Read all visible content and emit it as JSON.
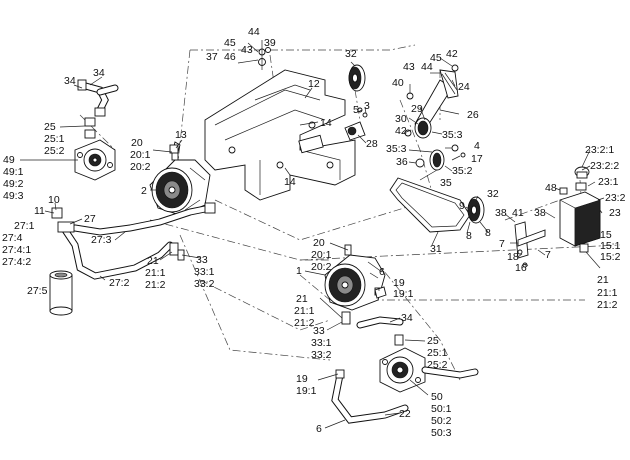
{
  "callouts": [
    {
      "id": "c-34a",
      "text": "34"
    },
    {
      "id": "c-34b",
      "text": "34"
    },
    {
      "id": "c-25a",
      "text": "25"
    },
    {
      "id": "c-25-1a",
      "text": "25:1"
    },
    {
      "id": "c-25-2a",
      "text": "25:2"
    },
    {
      "id": "c-49",
      "text": "49"
    },
    {
      "id": "c-49-1",
      "text": "49:1"
    },
    {
      "id": "c-49-2",
      "text": "49:2"
    },
    {
      "id": "c-49-3",
      "text": "49:3"
    },
    {
      "id": "c-20a",
      "text": "20"
    },
    {
      "id": "c-20-1a",
      "text": "20:1"
    },
    {
      "id": "c-20-2a",
      "text": "20:2"
    },
    {
      "id": "c-13",
      "text": "13"
    },
    {
      "id": "c-2",
      "text": "2"
    },
    {
      "id": "c-10",
      "text": "10"
    },
    {
      "id": "c-11",
      "text": "11"
    },
    {
      "id": "c-27-1",
      "text": "27:1"
    },
    {
      "id": "c-27",
      "text": "27"
    },
    {
      "id": "c-27-4",
      "text": "27:4"
    },
    {
      "id": "c-27-4-1",
      "text": "27:4:1"
    },
    {
      "id": "c-27-4-2",
      "text": "27:4:2"
    },
    {
      "id": "c-27-3",
      "text": "27:3"
    },
    {
      "id": "c-27-2",
      "text": "27:2"
    },
    {
      "id": "c-27-5",
      "text": "27:5"
    },
    {
      "id": "c-21a",
      "text": "21"
    },
    {
      "id": "c-21-1a",
      "text": "21:1"
    },
    {
      "id": "c-21-2a",
      "text": "21:2"
    },
    {
      "id": "c-33a",
      "text": "33"
    },
    {
      "id": "c-33-1a",
      "text": "33:1"
    },
    {
      "id": "c-33-2a",
      "text": "33:2"
    },
    {
      "id": "c-45a",
      "text": "45"
    },
    {
      "id": "c-44a",
      "text": "44"
    },
    {
      "id": "c-43a",
      "text": "43"
    },
    {
      "id": "c-39",
      "text": "39"
    },
    {
      "id": "c-37",
      "text": "37"
    },
    {
      "id": "c-46",
      "text": "46"
    },
    {
      "id": "c-12",
      "text": "12"
    },
    {
      "id": "c-14a",
      "text": "14"
    },
    {
      "id": "c-14b",
      "text": "14"
    },
    {
      "id": "c-32a",
      "text": "32"
    },
    {
      "id": "c-5",
      "text": "5"
    },
    {
      "id": "c-3",
      "text": "3"
    },
    {
      "id": "c-28",
      "text": "28"
    },
    {
      "id": "c-43b",
      "text": "43"
    },
    {
      "id": "c-44b",
      "text": "44"
    },
    {
      "id": "c-45b",
      "text": "45"
    },
    {
      "id": "c-42a",
      "text": "42"
    },
    {
      "id": "c-40",
      "text": "40"
    },
    {
      "id": "c-24",
      "text": "24"
    },
    {
      "id": "c-29",
      "text": "29"
    },
    {
      "id": "c-26",
      "text": "26"
    },
    {
      "id": "c-30",
      "text": "30"
    },
    {
      "id": "c-42b",
      "text": "42"
    },
    {
      "id": "c-35-3a",
      "text": "35:3"
    },
    {
      "id": "c-4",
      "text": "4"
    },
    {
      "id": "c-35-3b",
      "text": "35:3"
    },
    {
      "id": "c-17",
      "text": "17"
    },
    {
      "id": "c-36",
      "text": "36"
    },
    {
      "id": "c-35-2",
      "text": "35:2"
    },
    {
      "id": "c-35",
      "text": "35"
    },
    {
      "id": "c-32b",
      "text": "32"
    },
    {
      "id": "c-9",
      "text": "9"
    },
    {
      "id": "c-8a",
      "text": "8"
    },
    {
      "id": "c-8b",
      "text": "8"
    },
    {
      "id": "c-31",
      "text": "31"
    },
    {
      "id": "c-38a",
      "text": "38"
    },
    {
      "id": "c-41",
      "text": "41"
    },
    {
      "id": "c-7a",
      "text": "7"
    },
    {
      "id": "c-18",
      "text": "18"
    },
    {
      "id": "c-16",
      "text": "16"
    },
    {
      "id": "c-7b",
      "text": "7"
    },
    {
      "id": "c-38b",
      "text": "38"
    },
    {
      "id": "c-48",
      "text": "48"
    },
    {
      "id": "c-23-2-1",
      "text": "23:2:1"
    },
    {
      "id": "c-23-2-2",
      "text": "23:2:2"
    },
    {
      "id": "c-23-1",
      "text": "23:1"
    },
    {
      "id": "c-23-2",
      "text": "23:2"
    },
    {
      "id": "c-23",
      "text": "23"
    },
    {
      "id": "c-15",
      "text": "15"
    },
    {
      "id": "c-15-1",
      "text": "15:1"
    },
    {
      "id": "c-15-2",
      "text": "15:2"
    },
    {
      "id": "c-21b",
      "text": "21"
    },
    {
      "id": "c-21-1b",
      "text": "21:1"
    },
    {
      "id": "c-21-2b",
      "text": "21:2"
    },
    {
      "id": "c-20b",
      "text": "20"
    },
    {
      "id": "c-20-1b",
      "text": "20:1"
    },
    {
      "id": "c-20-2b",
      "text": "20:2"
    },
    {
      "id": "c-1",
      "text": "1"
    },
    {
      "id": "c-6a",
      "text": "6"
    },
    {
      "id": "c-19a",
      "text": "19"
    },
    {
      "id": "c-19-1a",
      "text": "19:1"
    },
    {
      "id": "c-21c",
      "text": "21"
    },
    {
      "id": "c-21-1c",
      "text": "21:1"
    },
    {
      "id": "c-21-2c",
      "text": "21:2"
    },
    {
      "id": "c-33b",
      "text": "33"
    },
    {
      "id": "c-33-1b",
      "text": "33:1"
    },
    {
      "id": "c-33-2b",
      "text": "33:2"
    },
    {
      "id": "c-34c",
      "text": "34"
    },
    {
      "id": "c-25b",
      "text": "25"
    },
    {
      "id": "c-25-1b",
      "text": "25:1"
    },
    {
      "id": "c-25-2b",
      "text": "25:2"
    },
    {
      "id": "c-19b",
      "text": "19"
    },
    {
      "id": "c-19-1b",
      "text": "19:1"
    },
    {
      "id": "c-50",
      "text": "50"
    },
    {
      "id": "c-50-1",
      "text": "50:1"
    },
    {
      "id": "c-50-2",
      "text": "50:2"
    },
    {
      "id": "c-50-3",
      "text": "50:3"
    },
    {
      "id": "c-22",
      "text": "22"
    },
    {
      "id": "c-6b",
      "text": "6"
    }
  ]
}
